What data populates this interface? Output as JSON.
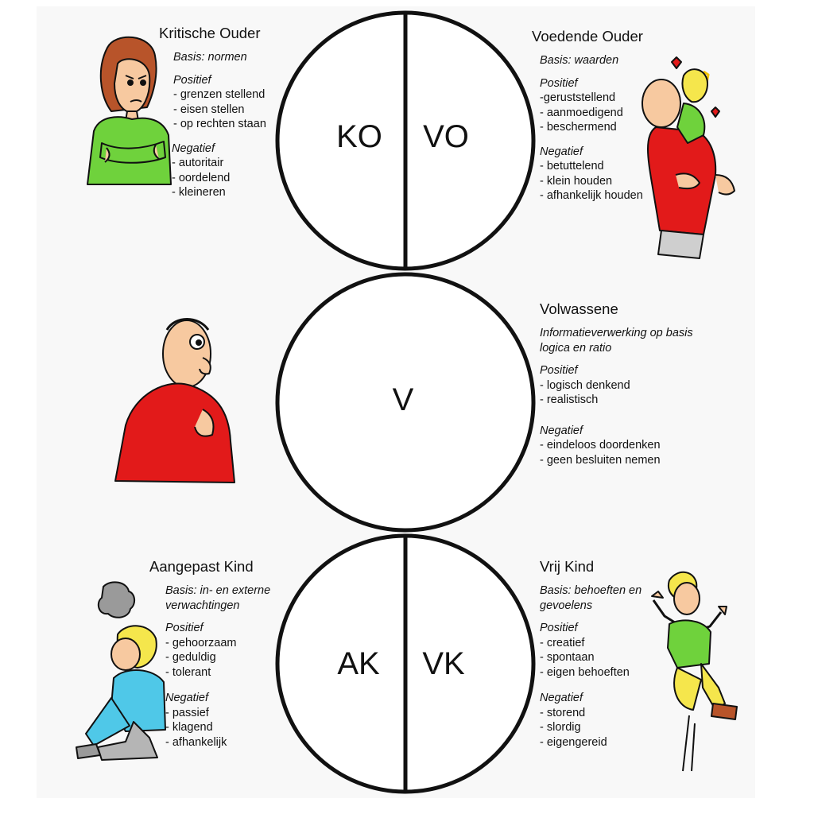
{
  "circles": {
    "top": {
      "left": "KO",
      "right": "VO"
    },
    "middle": {
      "center": "V"
    },
    "bottom": {
      "left": "AK",
      "right": "VK"
    }
  },
  "states": {
    "ko": {
      "title": "Kritische Ouder",
      "basis": "Basis: normen",
      "pos_label": "Positief",
      "positive": [
        "- grenzen stellend",
        "- eisen stellen",
        "- op rechten staan"
      ],
      "neg_label": "Negatief",
      "negative": [
        "- autoritair",
        "- oordelend",
        "- kleineren"
      ]
    },
    "vo": {
      "title": "Voedende Ouder",
      "basis": "Basis: waarden",
      "pos_label": "Positief",
      "positive": [
        "-geruststellend",
        "- aanmoedigend",
        "- beschermend"
      ],
      "neg_label": "Negatief",
      "negative": [
        "- betuttelend",
        "- klein houden",
        "- afhankelijk houden"
      ]
    },
    "v": {
      "title": "Volwassene",
      "basis": "Informatieverwerking op basis logica en ratio",
      "pos_label": "Positief",
      "positive": [
        "- logisch denkend",
        "- realistisch"
      ],
      "neg_label": "Negatief",
      "negative": [
        "- eindeloos doordenken",
        "- geen besluiten nemen"
      ]
    },
    "ak": {
      "title": "Aangepast Kind",
      "basis": "Basis: in- en externe verwachtingen",
      "pos_label": "Positief",
      "positive": [
        "- gehoorzaam",
        "- geduldig",
        "- tolerant"
      ],
      "neg_label": "Negatief",
      "negative": [
        "- passief",
        "- klagend",
        "- afhankelijk"
      ]
    },
    "vk": {
      "title": "Vrij Kind",
      "basis": "Basis: behoeften en gevoelens",
      "pos_label": "Positief",
      "positive": [
        "- creatief",
        "- spontaan",
        "- eigen behoeften"
      ],
      "neg_label": "Negatief",
      "negative": [
        "- storend",
        "- slordig",
        "- eigengereid"
      ]
    }
  },
  "colors": {
    "outline": "#111111",
    "red": "#e21a1a",
    "green": "#6fd23c",
    "blue": "#4fc8e8",
    "yellow": "#f5e64c",
    "skin": "#f7c9a0",
    "hair_brown": "#b8542a"
  },
  "icons": {
    "ko": "woman-arms-crossed-icon",
    "vo": "hugging-pair-icon",
    "v": "thinking-man-icon",
    "ak": "sad-sitting-boy-icon",
    "vk": "jumping-boy-icon"
  }
}
